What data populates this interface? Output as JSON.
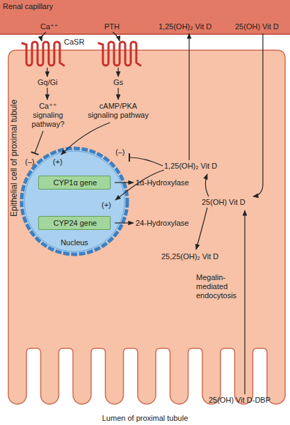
{
  "diagram": {
    "nodes": [
      {
        "text": [
          "Renal capillary"
        ]
      },
      {
        "text": [
          "Epithelial cell of proximal tubule"
        ]
      },
      {
        "text": [
          "Nucleus"
        ],
        "in": 1
      },
      {
        "text": [
          "CYP1α gene"
        ],
        "in": 2
      },
      {
        "text": [
          "CYP24 gene"
        ],
        "in": 2
      }
    ],
    "labels": [
      "Ca⁺⁺",
      "PTH",
      "1,25(OH)₂ Vit D",
      "25(OH) Vit D",
      "CaSR",
      "Gq/Gi",
      "Gs",
      "Ca⁺⁺ signaling pathway?",
      "cAMP/PKA signaling pathway",
      "(–)",
      "(+)",
      "(–)",
      "1,25(OH)₂ Vit D",
      "1α-Hydroxylase",
      "(+)",
      "24-Hydroxylase",
      "25(OH) Vit D",
      "25,25(OH)₂ Vit D",
      "Megalin-mediated endocytosis",
      "25(OH) Vit D-DBP",
      "Lumen of proximal tubule"
    ]
  }
}
